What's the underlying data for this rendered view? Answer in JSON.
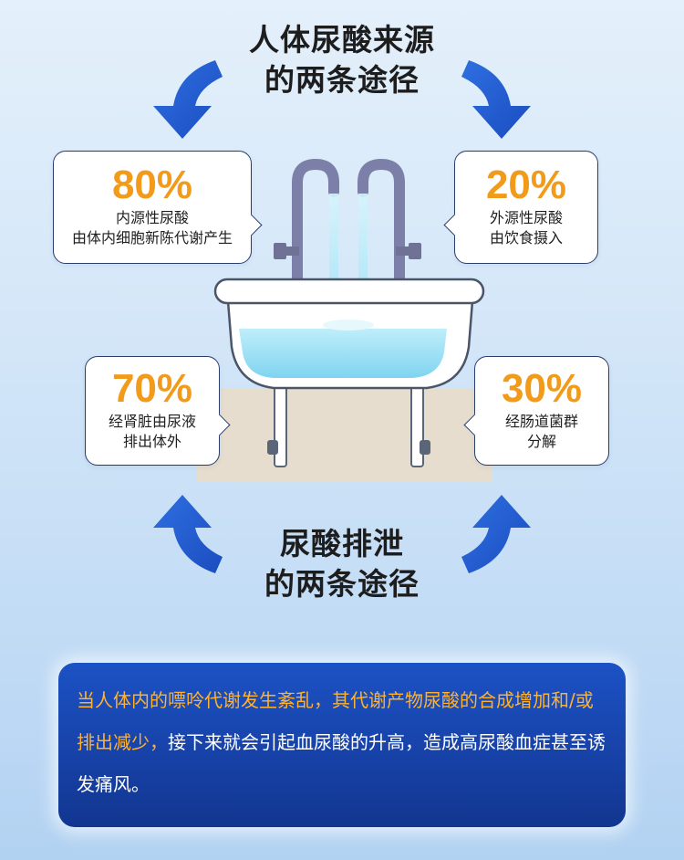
{
  "title_top": [
    "人体尿酸来源",
    "的两条途径"
  ],
  "title_bottom": [
    "尿酸排泄",
    "的两条途径"
  ],
  "sources": [
    {
      "percent": "80%",
      "lines": [
        "内源性尿酸",
        "由体内细胞新陈代谢产生"
      ]
    },
    {
      "percent": "20%",
      "lines": [
        "外源性尿酸",
        "由饮食摄入"
      ]
    }
  ],
  "excretion": [
    {
      "percent": "70%",
      "lines": [
        "经肾脏由尿液",
        "排出体外"
      ]
    },
    {
      "percent": "30%",
      "lines": [
        "经肠道菌群",
        "分解"
      ]
    }
  ],
  "info": {
    "highlight": "当人体内的嘌呤代谢发生紊乱，其代谢产物尿酸的合成增加和/或排出减少，",
    "rest": "接下来就会引起血尿酸的升高，造成高尿酸血症甚至诱发痛风。"
  },
  "colors": {
    "percent": "#f29a1a",
    "arrow": "#1f5bd0",
    "info_bg": "#1742a8",
    "info_highlight": "#ffb22e"
  },
  "icons": [
    "curved-arrow-icon",
    "bathtub-icon",
    "faucet-icon"
  ]
}
